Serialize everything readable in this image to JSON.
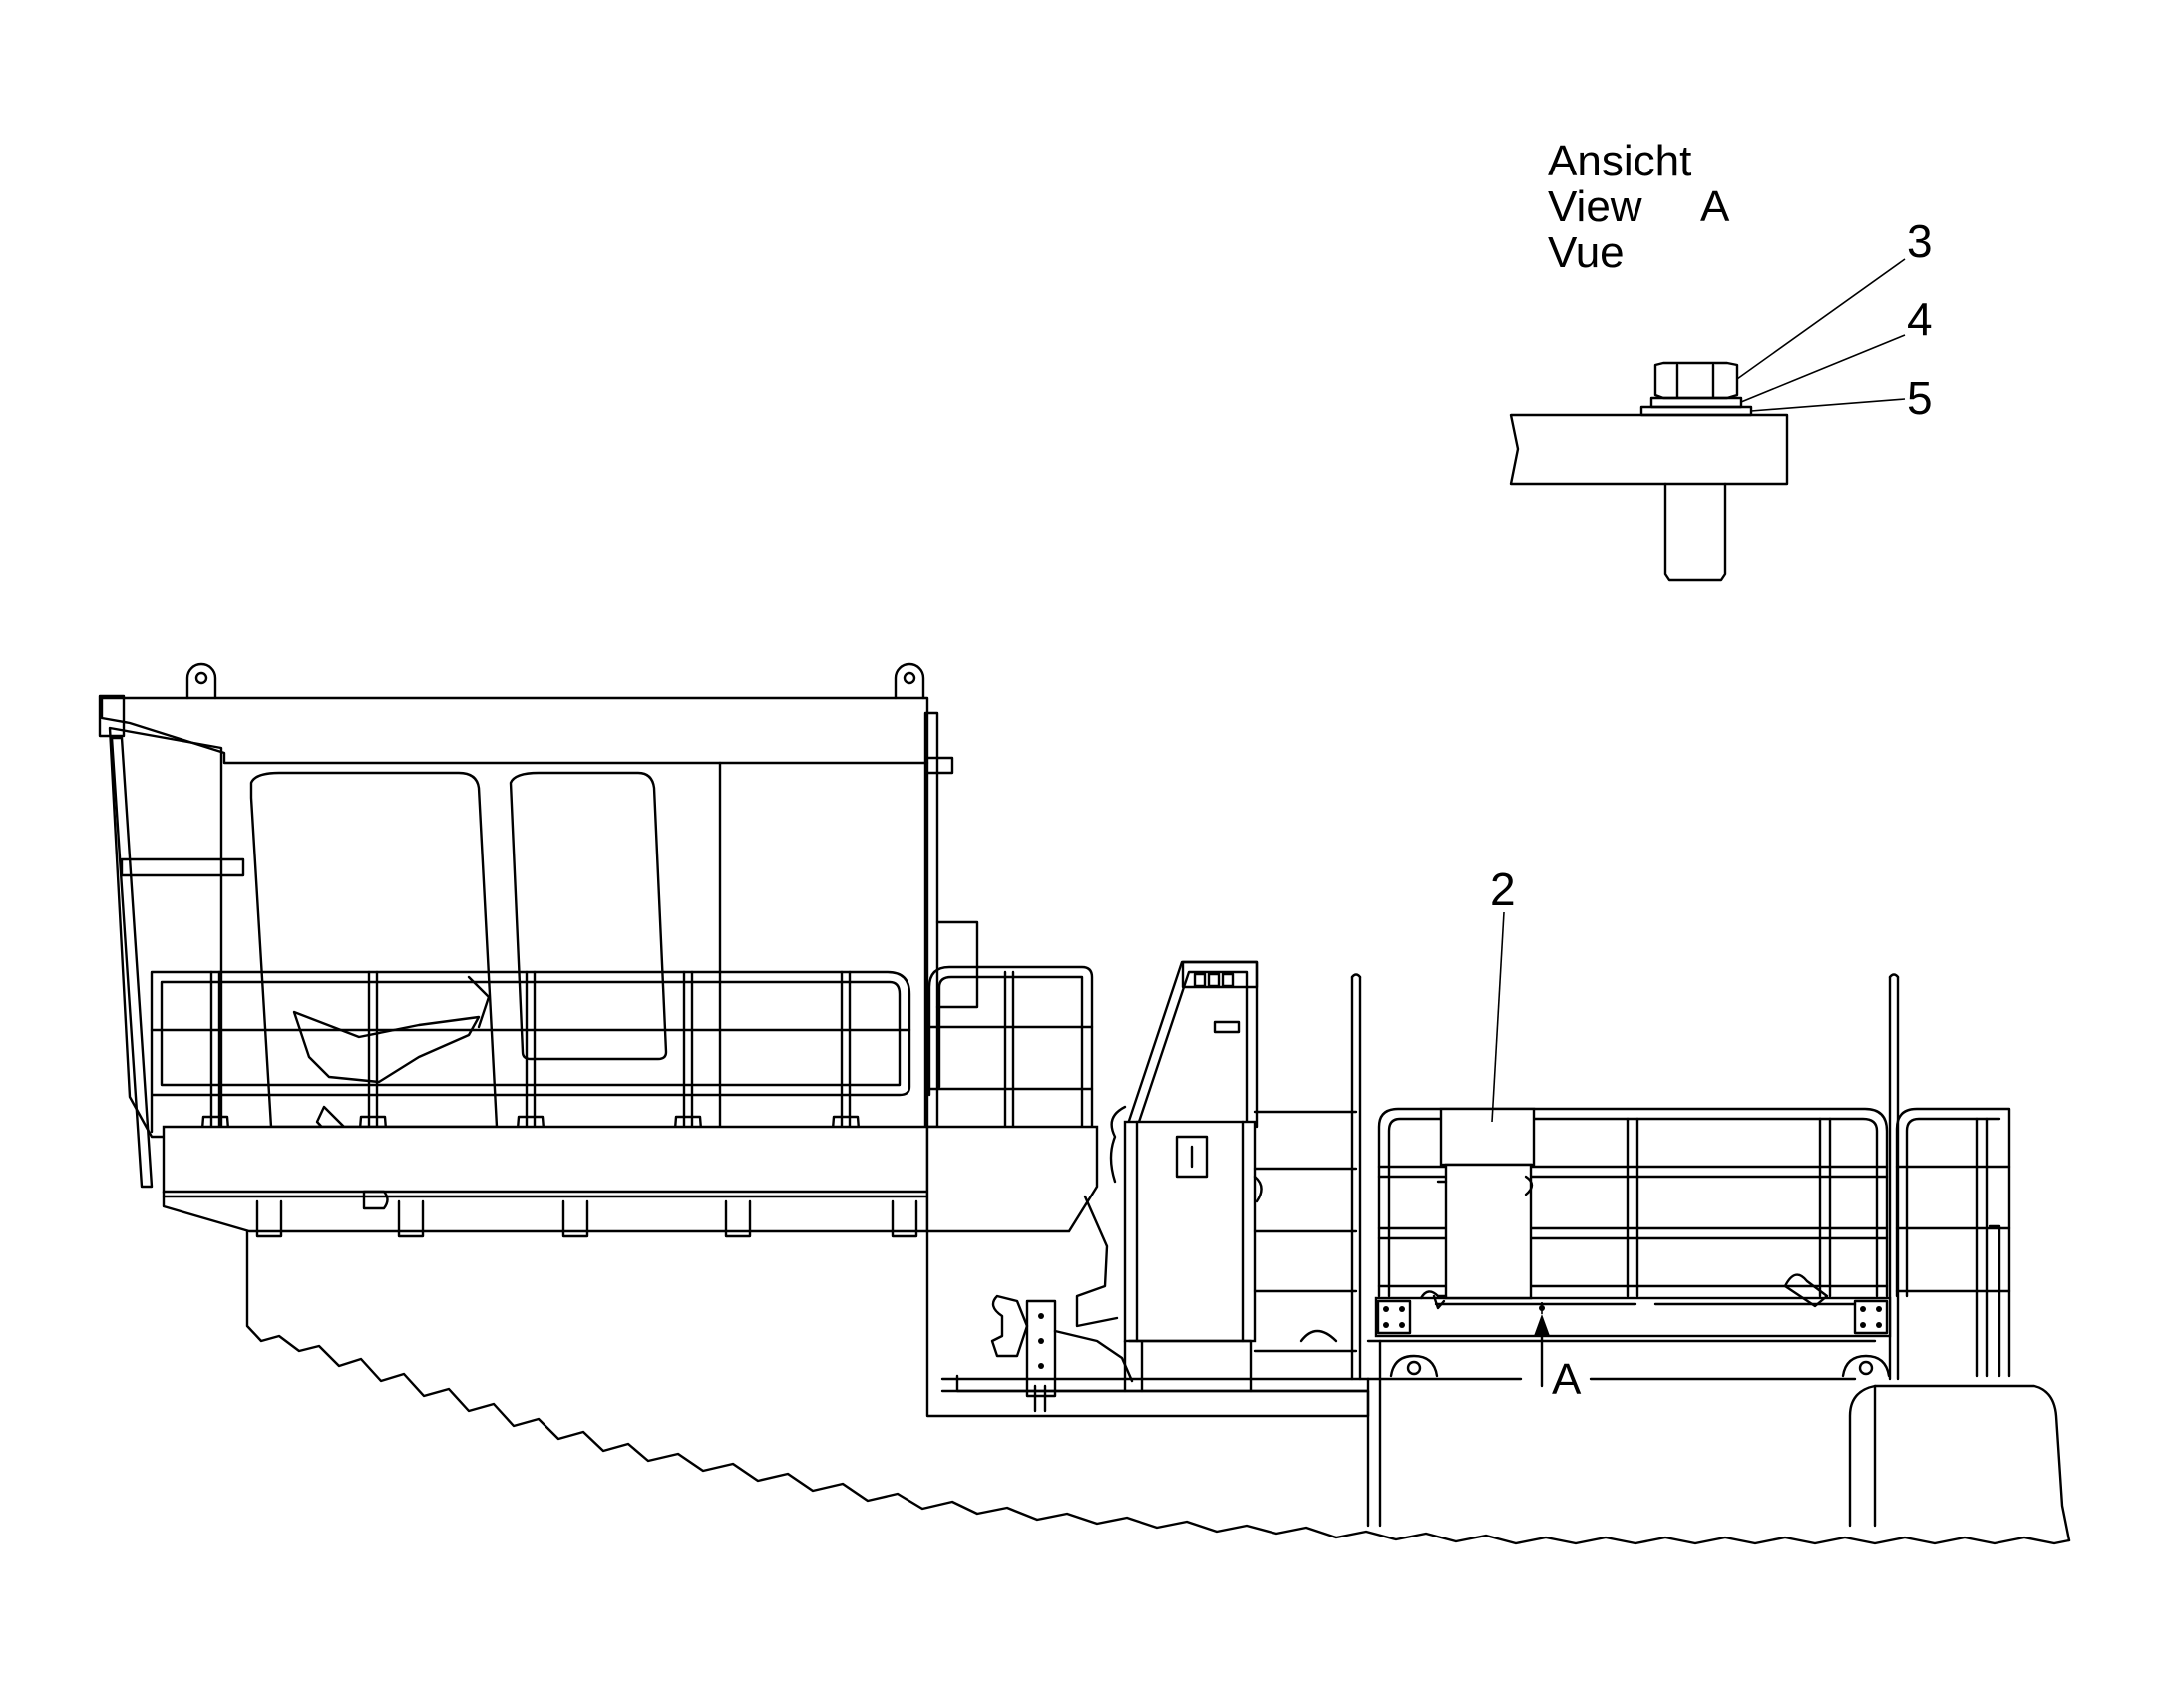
{
  "view_caption": {
    "line1": "Ansicht",
    "line2": "View",
    "line3": "Vue",
    "letter": "A"
  },
  "callouts": {
    "item2": "2",
    "item3": "3",
    "item4": "4",
    "item5": "5"
  },
  "view_marker": "A",
  "colors": {
    "ink": "#000000",
    "paper": "#ffffff"
  }
}
